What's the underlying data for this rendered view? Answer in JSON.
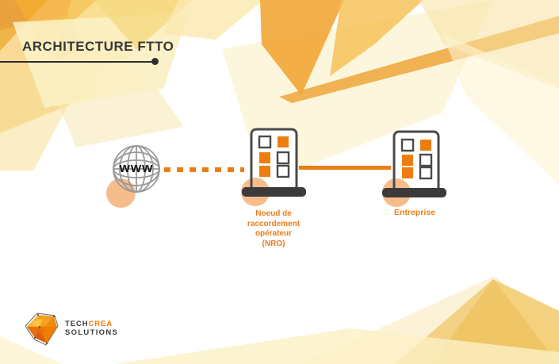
{
  "header": {
    "title": "ARCHITECTURE FTTO"
  },
  "diagram": {
    "internet_label": "www",
    "nro_label": "Noeud de\nraccordement\nopérateur\n(NRO)",
    "entreprise_label": "Entreprise"
  },
  "logo": {
    "name_part1": "TECH",
    "name_part2": "CREA",
    "name_line2": "SOLUTIONS"
  },
  "colors": {
    "accent_orange": "#ee7d11",
    "label_orange": "#ee7d1a",
    "dark_gray": "#383838",
    "peach_circle": "#f6bd8c",
    "globe_gray": "#9a9a9a"
  }
}
